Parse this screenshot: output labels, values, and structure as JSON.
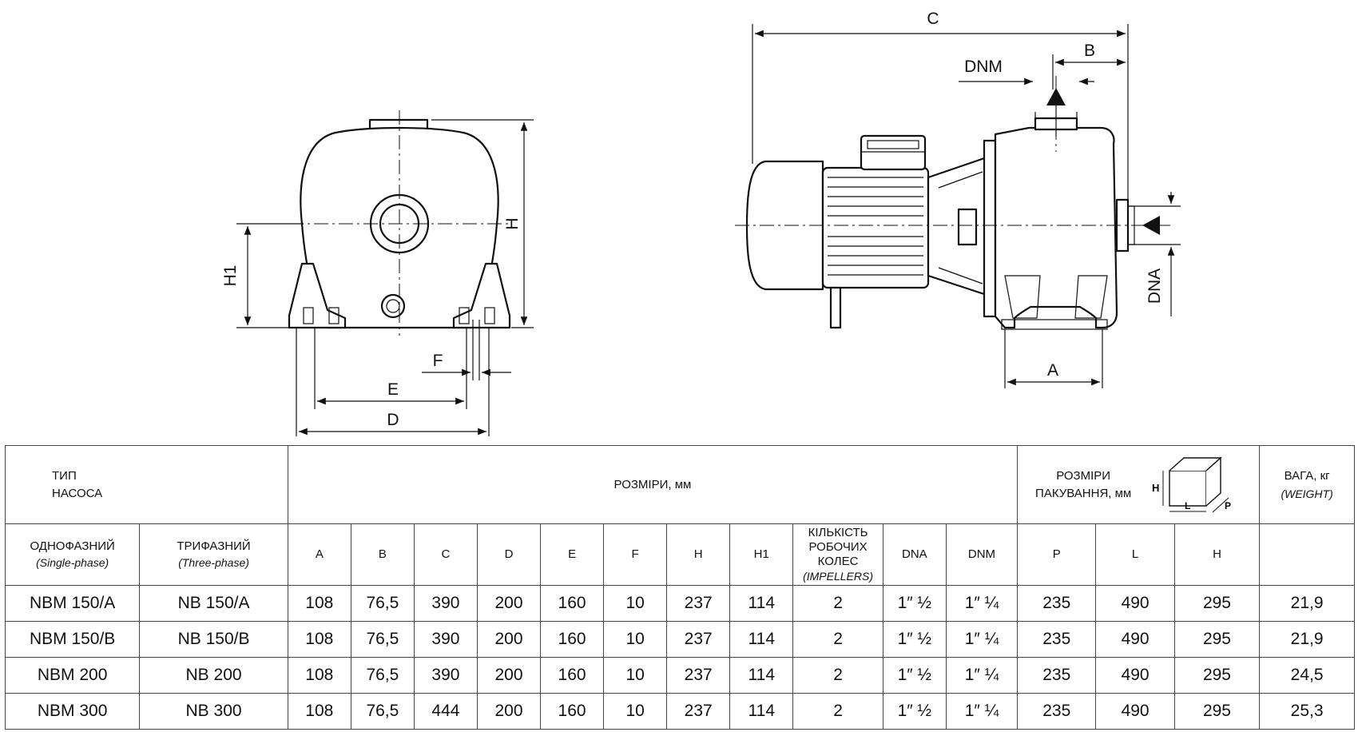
{
  "drawing": {
    "front_view_labels": {
      "h": "H",
      "h1": "H1",
      "d": "D",
      "e": "E",
      "f": "F"
    },
    "side_view_labels": {
      "c": "C",
      "b": "B",
      "a": "A",
      "dnm": "DNM",
      "dna": "DNA"
    }
  },
  "table": {
    "type_header": [
      "ТИП",
      "НАСОСА"
    ],
    "dims_header": "РОЗМІРИ, мм",
    "pack_header": [
      "РОЗМІРИ",
      "ПАКУВАННЯ, мм"
    ],
    "pack_icon_labels": {
      "h": "H",
      "l": "L",
      "p": "P"
    },
    "weight_header": {
      "main": "ВАГА, кг",
      "sub": "(WEIGHT)"
    },
    "single_phase": {
      "main": "ОДНОФАЗНИЙ",
      "sub": "(Single-phase)"
    },
    "three_phase": {
      "main": "ТРИФАЗНИЙ",
      "sub": "(Three-phase)"
    },
    "impellers": {
      "line1": "КІЛЬКІСТЬ",
      "line2": "РОБОЧИХ КОЛЕС",
      "sub": "(IMPELLERS)"
    },
    "columns": [
      "A",
      "B",
      "C",
      "D",
      "E",
      "F",
      "H",
      "H1",
      "DNA",
      "DNM",
      "P",
      "L",
      "H"
    ],
    "rows": [
      {
        "single": "NBM 150/A",
        "three": "NB 150/A",
        "a": "108",
        "b": "76,5",
        "c": "390",
        "d": "200",
        "e": "160",
        "f": "10",
        "h": "237",
        "h1": "114",
        "imp": "2",
        "dna": "1″ ½",
        "dnm": "1″ ¼",
        "p": "235",
        "l": "490",
        "ph": "295",
        "w": "21,9"
      },
      {
        "single": "NBM 150/B",
        "three": "NB 150/B",
        "a": "108",
        "b": "76,5",
        "c": "390",
        "d": "200",
        "e": "160",
        "f": "10",
        "h": "237",
        "h1": "114",
        "imp": "2",
        "dna": "1″ ½",
        "dnm": "1″ ¼",
        "p": "235",
        "l": "490",
        "ph": "295",
        "w": "21,9"
      },
      {
        "single": "NBM 200",
        "three": "NB 200",
        "a": "108",
        "b": "76,5",
        "c": "390",
        "d": "200",
        "e": "160",
        "f": "10",
        "h": "237",
        "h1": "114",
        "imp": "2",
        "dna": "1″ ½",
        "dnm": "1″ ¼",
        "p": "235",
        "l": "490",
        "ph": "295",
        "w": "24,5"
      },
      {
        "single": "NBM 300",
        "three": "NB 300",
        "a": "108",
        "b": "76,5",
        "c": "444",
        "d": "200",
        "e": "160",
        "f": "10",
        "h": "237",
        "h1": "114",
        "imp": "2",
        "dna": "1″ ½",
        "dnm": "1″ ¼",
        "p": "235",
        "l": "490",
        "ph": "295",
        "w": "25,3"
      }
    ]
  }
}
